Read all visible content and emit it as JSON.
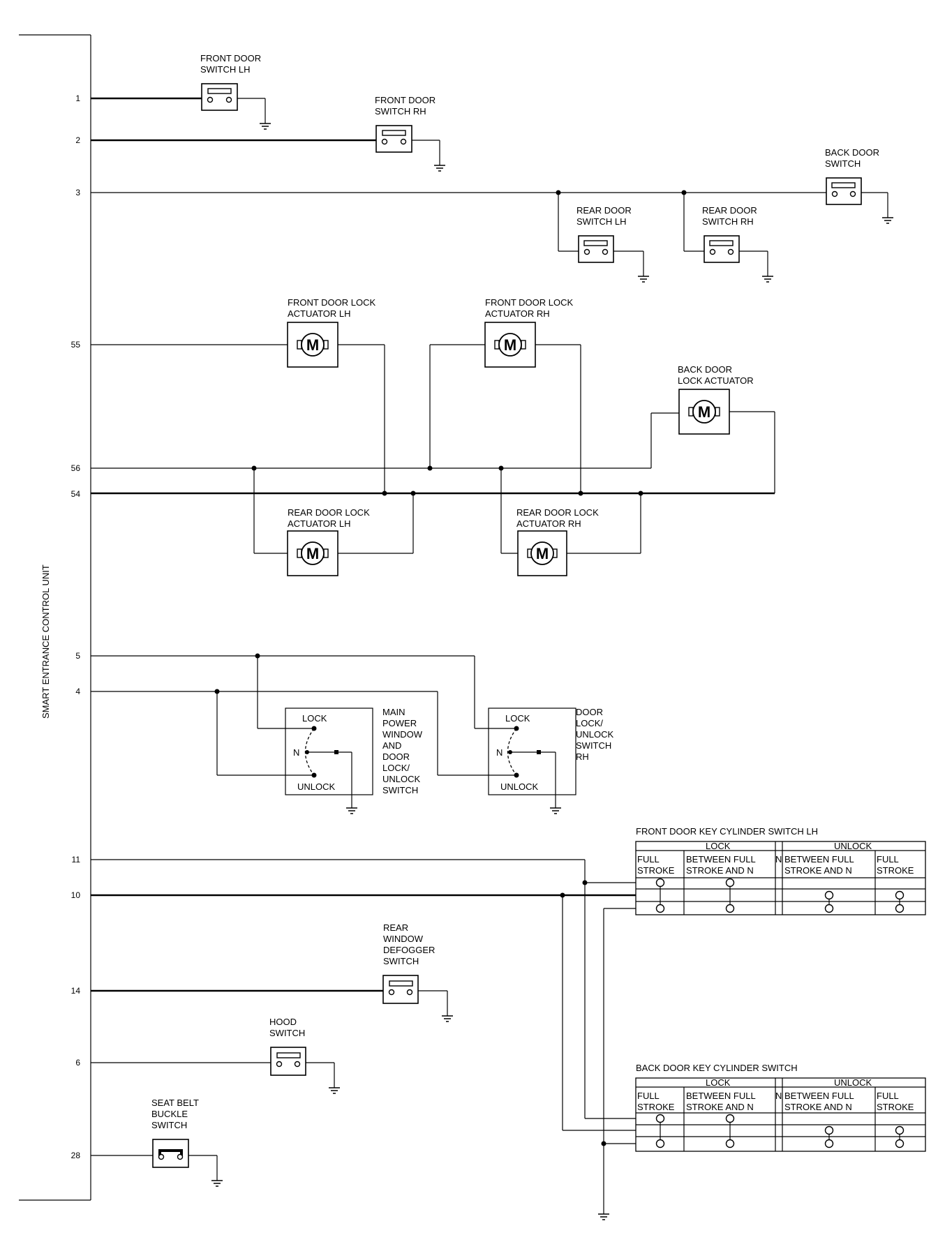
{
  "unit": {
    "label": "SMART ENTRANCE CONTROL UNIT"
  },
  "pins": [
    {
      "id": "p1",
      "label": "1"
    },
    {
      "id": "p2",
      "label": "2"
    },
    {
      "id": "p3",
      "label": "3"
    },
    {
      "id": "p55",
      "label": "55"
    },
    {
      "id": "p56",
      "label": "56"
    },
    {
      "id": "p54",
      "label": "54"
    },
    {
      "id": "p5",
      "label": "5"
    },
    {
      "id": "p4",
      "label": "4"
    },
    {
      "id": "p11",
      "label": "11"
    },
    {
      "id": "p10",
      "label": "10"
    },
    {
      "id": "p14",
      "label": "14"
    },
    {
      "id": "p6",
      "label": "6"
    },
    {
      "id": "p28",
      "label": "28"
    }
  ],
  "door_switches": [
    {
      "id": "fl",
      "lines": [
        "FRONT DOOR",
        "SWITCH LH"
      ]
    },
    {
      "id": "fr",
      "lines": [
        "FRONT DOOR",
        "SWITCH RH"
      ]
    },
    {
      "id": "bd",
      "lines": [
        "BACK DOOR",
        "SWITCH"
      ]
    },
    {
      "id": "rl",
      "lines": [
        "REAR DOOR",
        "SWITCH LH"
      ]
    },
    {
      "id": "rr",
      "lines": [
        "REAR DOOR",
        "SWITCH RH"
      ]
    }
  ],
  "actuators": [
    {
      "id": "fla",
      "lines": [
        "FRONT DOOR LOCK",
        "ACTUATOR LH"
      ],
      "symbol": "M"
    },
    {
      "id": "fra",
      "lines": [
        "FRONT DOOR LOCK",
        "ACTUATOR RH"
      ],
      "symbol": "M"
    },
    {
      "id": "bda",
      "lines": [
        "BACK DOOR",
        "LOCK ACTUATOR"
      ],
      "symbol": "M"
    },
    {
      "id": "rla",
      "lines": [
        "REAR DOOR LOCK",
        "ACTUATOR LH"
      ],
      "symbol": "M"
    },
    {
      "id": "rra",
      "lines": [
        "REAR DOOR LOCK",
        "ACTUATOR RH"
      ],
      "symbol": "M"
    }
  ],
  "lock_switches": [
    {
      "id": "main",
      "lines": [
        "MAIN",
        "POWER",
        "WINDOW",
        "AND",
        "DOOR",
        "LOCK/",
        "UNLOCK",
        "SWITCH"
      ],
      "lock": "LOCK",
      "unlock": "UNLOCK",
      "neutral": "N"
    },
    {
      "id": "rh",
      "lines": [
        "DOOR",
        "LOCK/",
        "UNLOCK",
        "SWITCH",
        "RH"
      ],
      "lock": "LOCK",
      "unlock": "UNLOCK",
      "neutral": "N"
    }
  ],
  "other_switches": [
    {
      "id": "defog",
      "lines": [
        "REAR",
        "WINDOW",
        "DEFOGGER",
        "SWITCH"
      ]
    },
    {
      "id": "hood",
      "lines": [
        "HOOD",
        "SWITCH"
      ]
    },
    {
      "id": "belt",
      "lines": [
        "SEAT BELT",
        "BUCKLE",
        "SWITCH"
      ]
    }
  ],
  "key_tables": [
    {
      "id": "fk",
      "title": "FRONT DOOR KEY CYLINDER SWITCH LH",
      "lock": "LOCK",
      "unlock": "UNLOCK",
      "n": "N",
      "cols": [
        [
          "FULL",
          "STROKE"
        ],
        [
          "BETWEEN FULL",
          "STROKE AND N"
        ],
        [
          "BETWEEN FULL",
          "STROKE AND N"
        ],
        [
          "FULL",
          "STROKE"
        ]
      ]
    },
    {
      "id": "bk",
      "title": "BACK DOOR KEY CYLINDER SWITCH",
      "lock": "LOCK",
      "unlock": "UNLOCK",
      "n": "N",
      "cols": [
        [
          "FULL",
          "STROKE"
        ],
        [
          "BETWEEN FULL",
          "STROKE AND N"
        ],
        [
          "BETWEEN FULL",
          "STROKE AND N"
        ],
        [
          "FULL",
          "STROKE"
        ]
      ]
    }
  ]
}
